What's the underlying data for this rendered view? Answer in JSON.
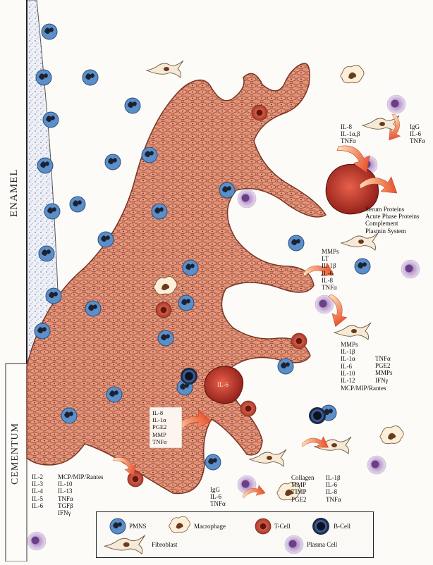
{
  "labels": {
    "enamel": "ENAMEL",
    "cementum": "CEMENTUM",
    "top_right_a": [
      "IL-8",
      "IL-1α,β",
      "TNFα"
    ],
    "top_right_b": [
      "IgG",
      "IL-6",
      "TNFα"
    ],
    "serum": [
      "Serum Proteins",
      "Acute Phase Proteins",
      "Complement",
      "Plasmin System"
    ],
    "mid_right": [
      "MMPs",
      "LT",
      "IL-1β",
      "IL-6",
      "IL-8",
      "TNFα"
    ],
    "lower_right_left": [
      "MMPs",
      "IL-1β",
      "IL-1α",
      "IL-6",
      "IL-10",
      "IL-12"
    ],
    "lower_right_right": [
      "TNFα",
      "PGE2",
      "MMPs",
      "IFNγ"
    ],
    "lower_right_last": "MCP/MIP/Rantes",
    "center_box": [
      "IL-8",
      "IL-1α",
      "PGE2",
      "MMP",
      "TNFα"
    ],
    "center_cell": "IL-6",
    "bottom_left_a": [
      "IL-2",
      "IL-3",
      "IL-4",
      "IL-5",
      "IL-6"
    ],
    "bottom_left_b": [
      "MCP/MIP/Rantes",
      "IL-10",
      "IL-13",
      "TNFα",
      "TGFβ",
      "IFNγ"
    ],
    "bottom_mid": [
      "IgG",
      "IL-6",
      "TNFα"
    ],
    "bottom_right_a": [
      "Collagen",
      "MMP",
      "TIMP",
      "PGE2"
    ],
    "bottom_right_b": [
      "IL-1β",
      "IL-6",
      "IL-8",
      "TNFα"
    ]
  },
  "legend": {
    "pmns": "PMNS",
    "macrophage": "Macrophage",
    "tcell": "T-Cell",
    "bcell": "B-Cell",
    "fibroblast": "Fibroblast",
    "plasma": "Plasma Cell"
  },
  "colors": {
    "epithelium": "#d98a6e",
    "epithelium_dark": "#a8503a",
    "pmn": "#5b8fc9",
    "nucleus": "#1d2230",
    "tcell": "#c84f3c",
    "arrow": "#f28a3a",
    "plasma": "#c7a6d6"
  }
}
